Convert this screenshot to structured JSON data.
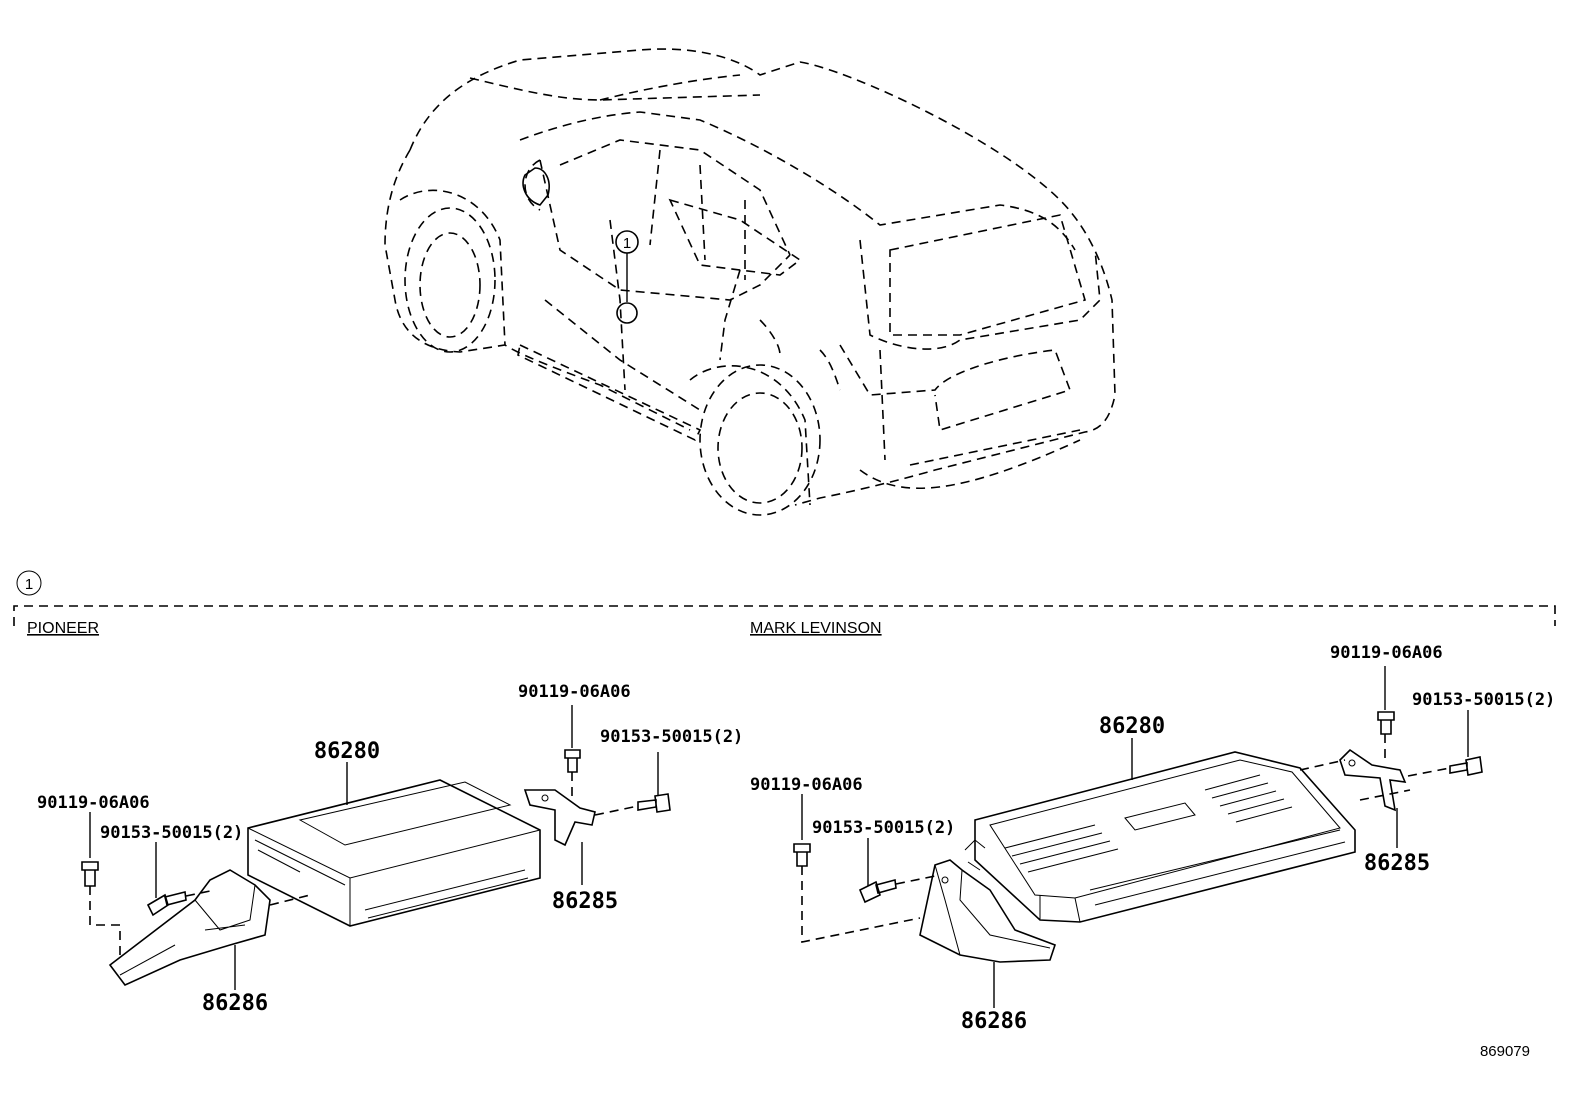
{
  "callout": {
    "marker": "1"
  },
  "sections": {
    "pioneer": {
      "title": "PIONEER",
      "labels": {
        "amp": "86280",
        "bracket_rear": "86285",
        "bracket_front": "86286",
        "bolt_left": "90119-06A06",
        "screw_left": "90153-50015(2)",
        "bolt_right": "90119-06A06",
        "screw_right": "90153-50015(2)"
      }
    },
    "mark_levinson": {
      "title": "MARK LEVINSON",
      "labels": {
        "amp": "86280",
        "bracket_rear": "86285",
        "bracket_front": "86286",
        "bolt_left": "90119-06A06",
        "screw_left": "90153-50015(2)",
        "bolt_right": "90119-06A06",
        "screw_right": "90153-50015(2)"
      }
    }
  },
  "figure_ref": "869079",
  "icons": {
    "vehicle": "suv-rear-three-quarter-icon",
    "amplifier": "amplifier-unit-icon",
    "bracket": "mounting-bracket-icon",
    "bolt": "flange-bolt-icon",
    "screw": "screw-icon"
  }
}
